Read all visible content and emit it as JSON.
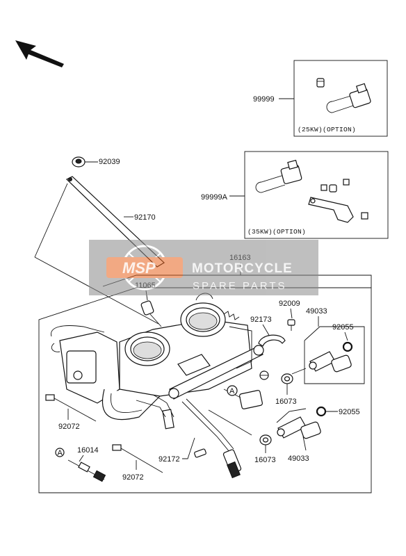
{
  "labels": {
    "p99999": "99999",
    "opt25": "(25KW)(OPTION)",
    "p99999a": "99999A",
    "opt35": "(35KW)(OPTION)",
    "p92039": "92039",
    "p92170": "92170",
    "p16163": "16163",
    "p11065": "11065",
    "p92009": "92009",
    "p49033a": "49033",
    "p92173": "92173",
    "p92055a": "92055",
    "p16073a": "16073",
    "p92072a": "92072",
    "p92055b": "92055",
    "p16014": "16014",
    "p92172": "92172",
    "p16073b": "16073",
    "p49033b": "49033",
    "p92072b": "92072",
    "refA1": "A",
    "refA2": "A"
  },
  "watermark": {
    "logo": "MSP",
    "title": "MOTORCYCLE",
    "subtitle": "SPARE PARTS"
  },
  "icons": {
    "direction": "front-direction-arrow-icon"
  },
  "colors": {
    "watermark_band": "#8a8a8a",
    "watermark_logo": "#e8641e",
    "line": "#111111"
  }
}
